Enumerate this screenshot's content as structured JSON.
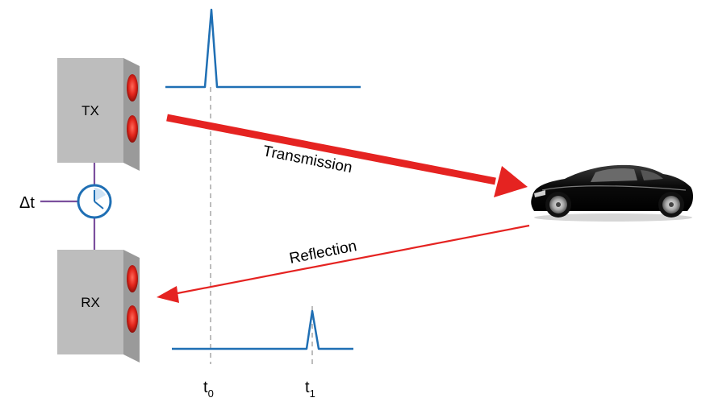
{
  "labels": {
    "tx": "TX",
    "rx": "RX",
    "delta_t": "Δt",
    "transmission": "Transmission",
    "reflection": "Reflection",
    "t0_base": "t",
    "t0_sub": "0",
    "t1_base": "t",
    "t1_sub": "1"
  },
  "colors": {
    "signal": "#1f6fb4",
    "arrow": "#e52321",
    "box": "#bdbdbd",
    "box_side": "#9a9a9a",
    "wire": "#7b4f9d",
    "dashed": "#bdbdbd",
    "clock_fill": "#cfe3f5"
  },
  "icons": {
    "clock": "clock-icon",
    "car": "car-icon"
  }
}
